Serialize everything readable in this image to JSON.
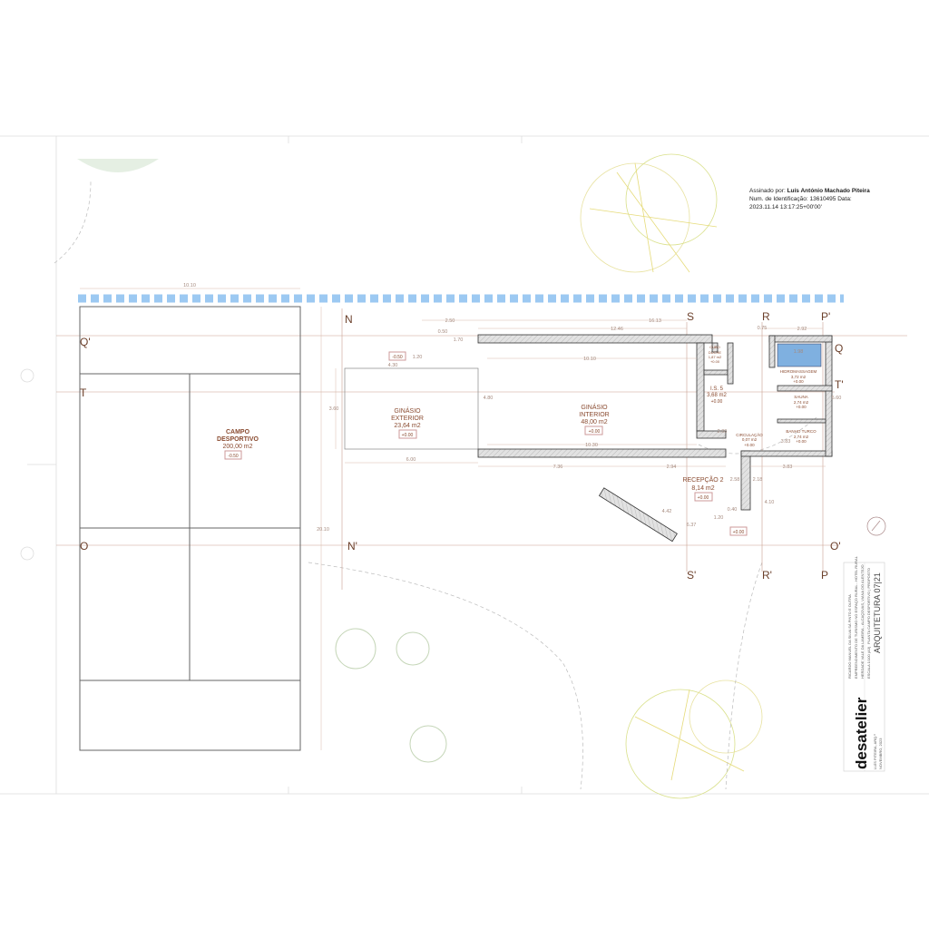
{
  "signature": {
    "signed_by_label": "Assinado por:",
    "signer": "Luís António Machado Piteira",
    "id_line": "Num. de Identificação: 13610495 Data:",
    "datetime": "2023.11.14 13:17:25+00'00'"
  },
  "grid_labels": {
    "q_prime": "Q'",
    "t": "T",
    "o": "O",
    "n": "N",
    "n_prime": "N'",
    "s": "S",
    "s_prime": "S'",
    "r": "R",
    "r_prime": "R'",
    "p_prime": "P'",
    "p": "P",
    "q": "Q",
    "t_prime": "T'",
    "o_prime": "O'"
  },
  "rooms": {
    "campo": {
      "name1": "CAMPO",
      "name2": "DESPORTIVO",
      "area": "200,00 m2",
      "level": "-0.50"
    },
    "ginasio_ext": {
      "name1": "GINÁSIO",
      "name2": "EXTERIOR",
      "area": "23,64 m2",
      "level": "+0.00"
    },
    "ginasio_int": {
      "name1": "GINÁSIO",
      "name2": "INTERIOR",
      "area": "48,00 m2",
      "level": "+0.00"
    },
    "rececao": {
      "name": "RECEPÇÃO 2",
      "area": "8,14 m2",
      "level": "+0.00"
    },
    "is": {
      "name": "I.S. 5",
      "area": "3,68 m2",
      "level": "+0.00"
    },
    "duche": {
      "name1": "CUBO",
      "name2": "DUCHE",
      "area": "1,87 m2",
      "level": "+0.00"
    },
    "hidro": {
      "name": "HIDROMASSAGEM",
      "area": "3,72 m2",
      "level": "+0.00"
    },
    "sauna": {
      "name": "SAUNA",
      "area": "2,74 m2",
      "level": "+0.00"
    },
    "banho": {
      "name": "BANHO TURCO",
      "area": "2,74 m2",
      "level": "+0.00"
    },
    "circ": {
      "name": "CIRCULAÇÃO",
      "area": "0,07 m2",
      "level": "+0.00"
    },
    "step_level": "-0.50",
    "outside_level": "+0.00"
  },
  "dimensions": {
    "d_10_10_top": "10.10",
    "d_2_50": "2.50",
    "d_0_50": "0.50",
    "d_1_70": "1.70",
    "d_16_13": "16.13",
    "d_12_46": "12.46",
    "d_10_10": "10.10",
    "d_10_30": "10.30",
    "d_4_30": "4.30",
    "d_1_20": "1.20",
    "d_3_60": "3.60",
    "d_4_80": "4.80",
    "d_6_00": "6.00",
    "d_7_36": "7.36",
    "d_2_94": "2.94",
    "d_0_75": "0.75",
    "d_2_92": "2.92",
    "d_1_98": "1.98",
    "d_3_83": "3.83",
    "d_3_83b": "3.83",
    "d_2_00": "2.00",
    "d_2_58": "2.58",
    "d_2_18": "2.18",
    "d_4_10": "4.10",
    "d_0_40": "0.40",
    "d_1_20b": "1.20",
    "d_4_42": "4.42",
    "d_6_37": "6.37",
    "d_20_10": "20.10",
    "d_5_60": "5.60"
  },
  "title_block": {
    "client": "RICARDO MANUEL DA SILVA SÁ PINTO E OUTRA",
    "project": "EMPREENDIMENTO DE TURISMO NO ESPAÇO RURAL - HOTEL RURAL",
    "location": "HERDADE VALE DA LAMEIRA - ALCAÇOVAS, VIANA DO ALENTEJO",
    "drawing": "PLANTA CAMPO DESPORTIVO | PROPOSTO",
    "scale": "ESCALA 1/100 (A3)",
    "sheet": "ARQUITETURA 07|21",
    "logo": "desatelier",
    "author": "LUÍS PITEIRA, ARQ.º",
    "date": "NOVEMBRO, 2023"
  },
  "colors": {
    "accent_blue": "#9cc9f2",
    "line_brown": "#b08070",
    "wall_grey": "#cfcfcf",
    "logo_red": "#e03030"
  }
}
